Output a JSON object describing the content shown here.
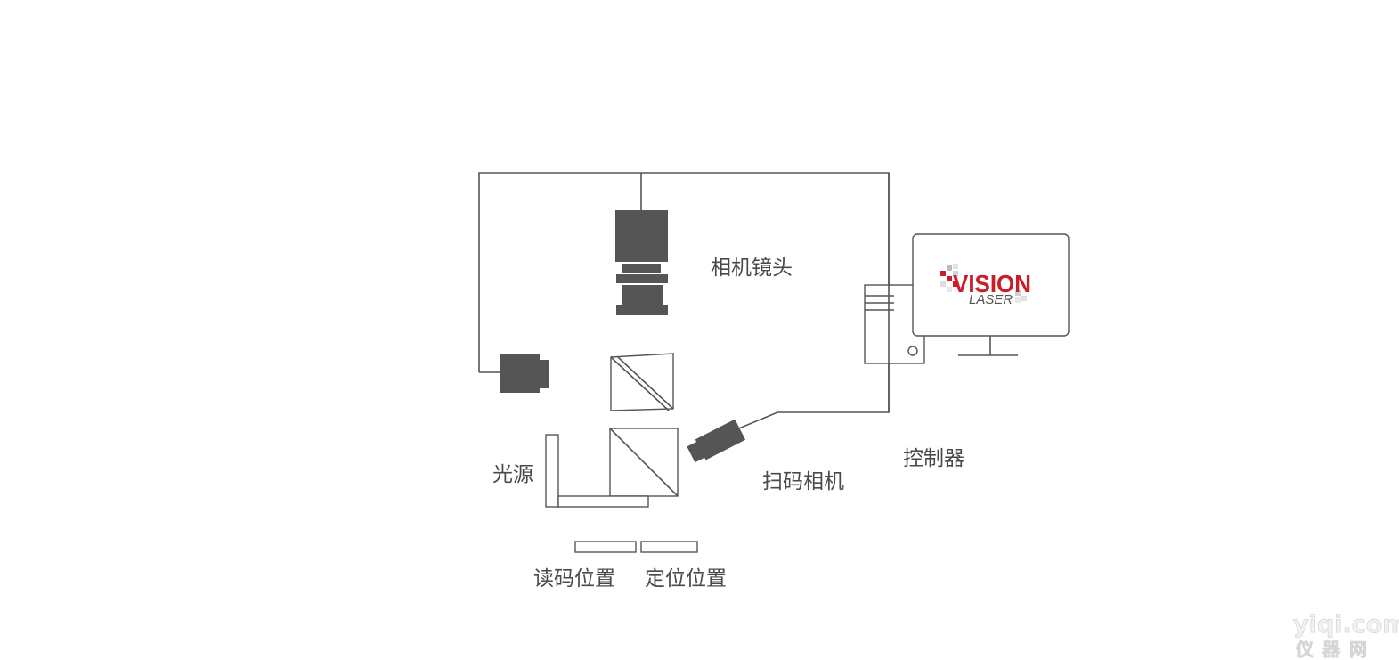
{
  "labels": {
    "camera_lens": "相机镜头",
    "light_source": "光源",
    "scan_camera": "扫码相机",
    "controller": "控制器",
    "read_position": "读码位置",
    "locate_position": "定位位置"
  },
  "logo": {
    "word": "VISION",
    "sub": "LASER",
    "accent_color": "#c81e28"
  },
  "watermark": {
    "site": "yiqi.com",
    "name": "仪器网"
  },
  "colors": {
    "line": "#555555",
    "text": "#4a4a4a",
    "background": "#ffffff"
  }
}
